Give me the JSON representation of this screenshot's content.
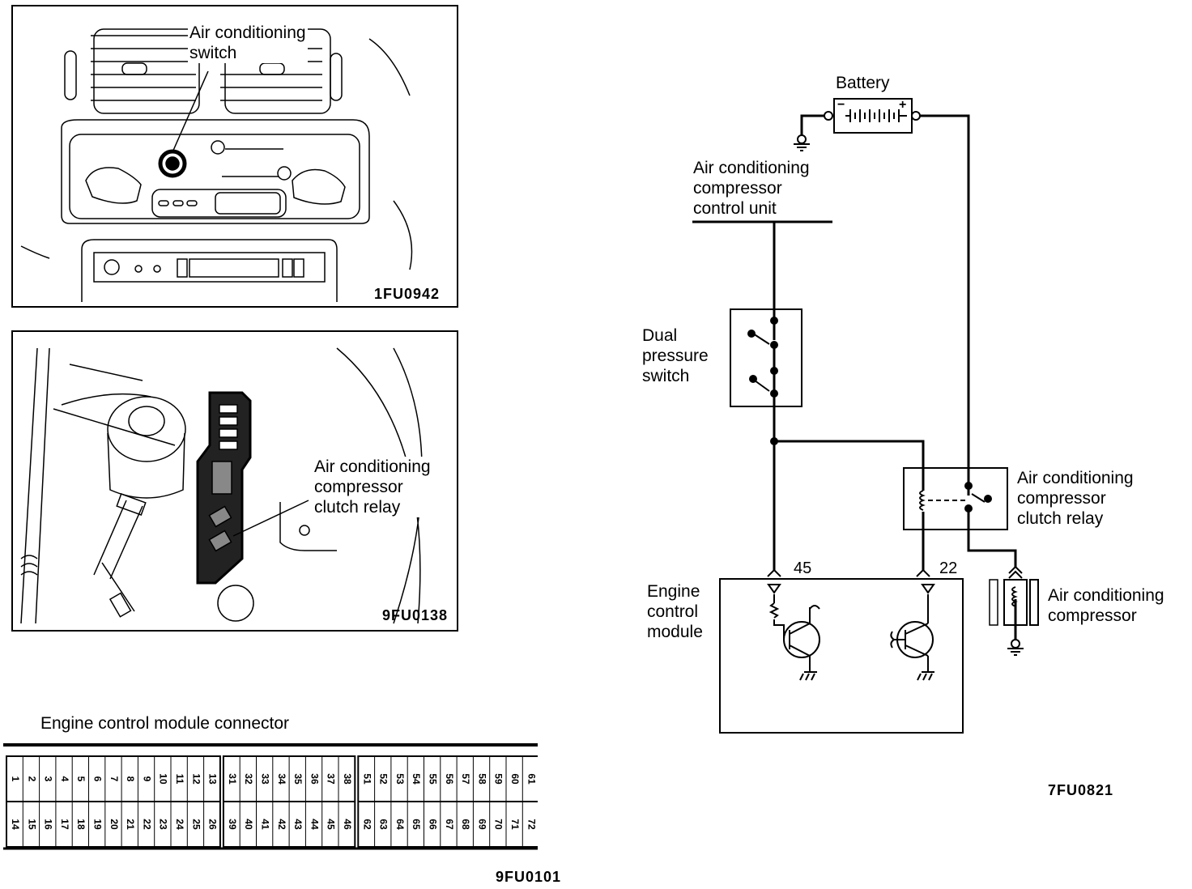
{
  "figures": {
    "dash_panel": {
      "label": "Air conditioning\nswitch",
      "code": "1FU0942"
    },
    "engine_bay_panel": {
      "label": "Air conditioning\ncompressor\nclutch relay",
      "code": "9FU0138"
    },
    "connector": {
      "title": "Engine control module connector",
      "code": "9FU0101",
      "blocks": [
        {
          "top": [
            "1",
            "2",
            "3",
            "4",
            "5",
            "6",
            "7",
            "8",
            "9",
            "10",
            "11",
            "12",
            "13"
          ],
          "bottom": [
            "14",
            "15",
            "16",
            "17",
            "18",
            "19",
            "20",
            "21",
            "22",
            "23",
            "24",
            "25",
            "26"
          ]
        },
        {
          "top": [
            "31",
            "32",
            "33",
            "34",
            "35",
            "36",
            "37",
            "38"
          ],
          "bottom": [
            "39",
            "40",
            "41",
            "42",
            "43",
            "44",
            "45",
            "46"
          ]
        },
        {
          "top": [
            "51",
            "52",
            "53",
            "54",
            "55",
            "56",
            "57",
            "58",
            "59",
            "60",
            "61"
          ],
          "bottom": [
            "62",
            "63",
            "64",
            "65",
            "66",
            "67",
            "68",
            "69",
            "70",
            "71",
            "72"
          ]
        }
      ]
    },
    "schematic": {
      "code": "7FU0821",
      "battery": {
        "label": "Battery",
        "neg": "−",
        "pos": "+"
      },
      "control_unit": {
        "label": "Air conditioning\ncompressor\ncontrol unit"
      },
      "pressure_switch": {
        "label": "Dual\npressure\nswitch"
      },
      "relay": {
        "label": "Air conditioning\ncompressor\nclutch relay"
      },
      "compressor": {
        "label": "Air conditioning\ncompressor"
      },
      "ecm": {
        "label": "Engine\ncontrol\nmodule",
        "pin_left": "45",
        "pin_right": "22"
      }
    }
  }
}
